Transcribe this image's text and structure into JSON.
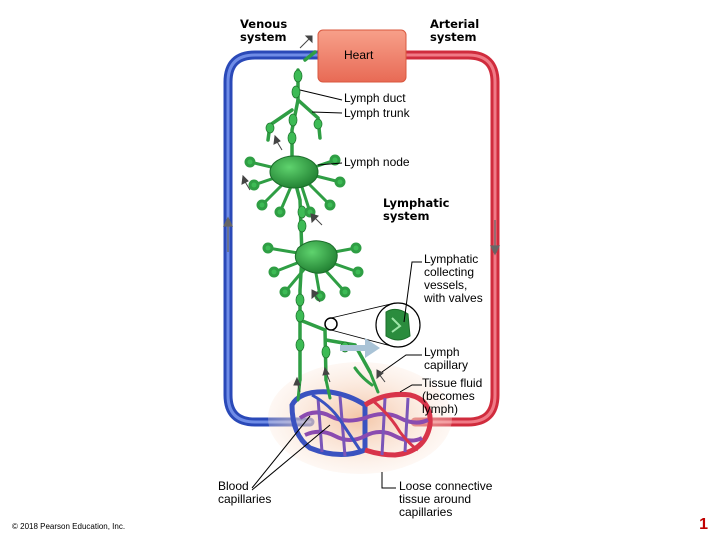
{
  "labels": {
    "venous": "Venous\nsystem",
    "arterial": "Arterial\nsystem",
    "heart": "Heart",
    "lymph_duct": "Lymph duct",
    "lymph_trunk": "Lymph trunk",
    "lymph_node": "Lymph node",
    "lymphatic_system": "Lymphatic\nsystem",
    "collecting_vessels": "Lymphatic\ncollecting\nvessels,\nwith valves",
    "lymph_capillary": "Lymph\ncapillary",
    "tissue_fluid": "Tissue fluid\n(becomes\nlymph)",
    "blood_capillaries": "Blood\ncapillaries",
    "loose_connective": "Loose connective\ntissue around\ncapillaries"
  },
  "footer": {
    "copyright": "© 2018 Pearson Education, Inc.",
    "page_number": "1"
  },
  "colors": {
    "venous_blue": "#3355cc",
    "arterial_red": "#dd3344",
    "heart": "#f0826a",
    "lymph_green": "#2f9e44",
    "tissue": "#f7d2b8"
  }
}
